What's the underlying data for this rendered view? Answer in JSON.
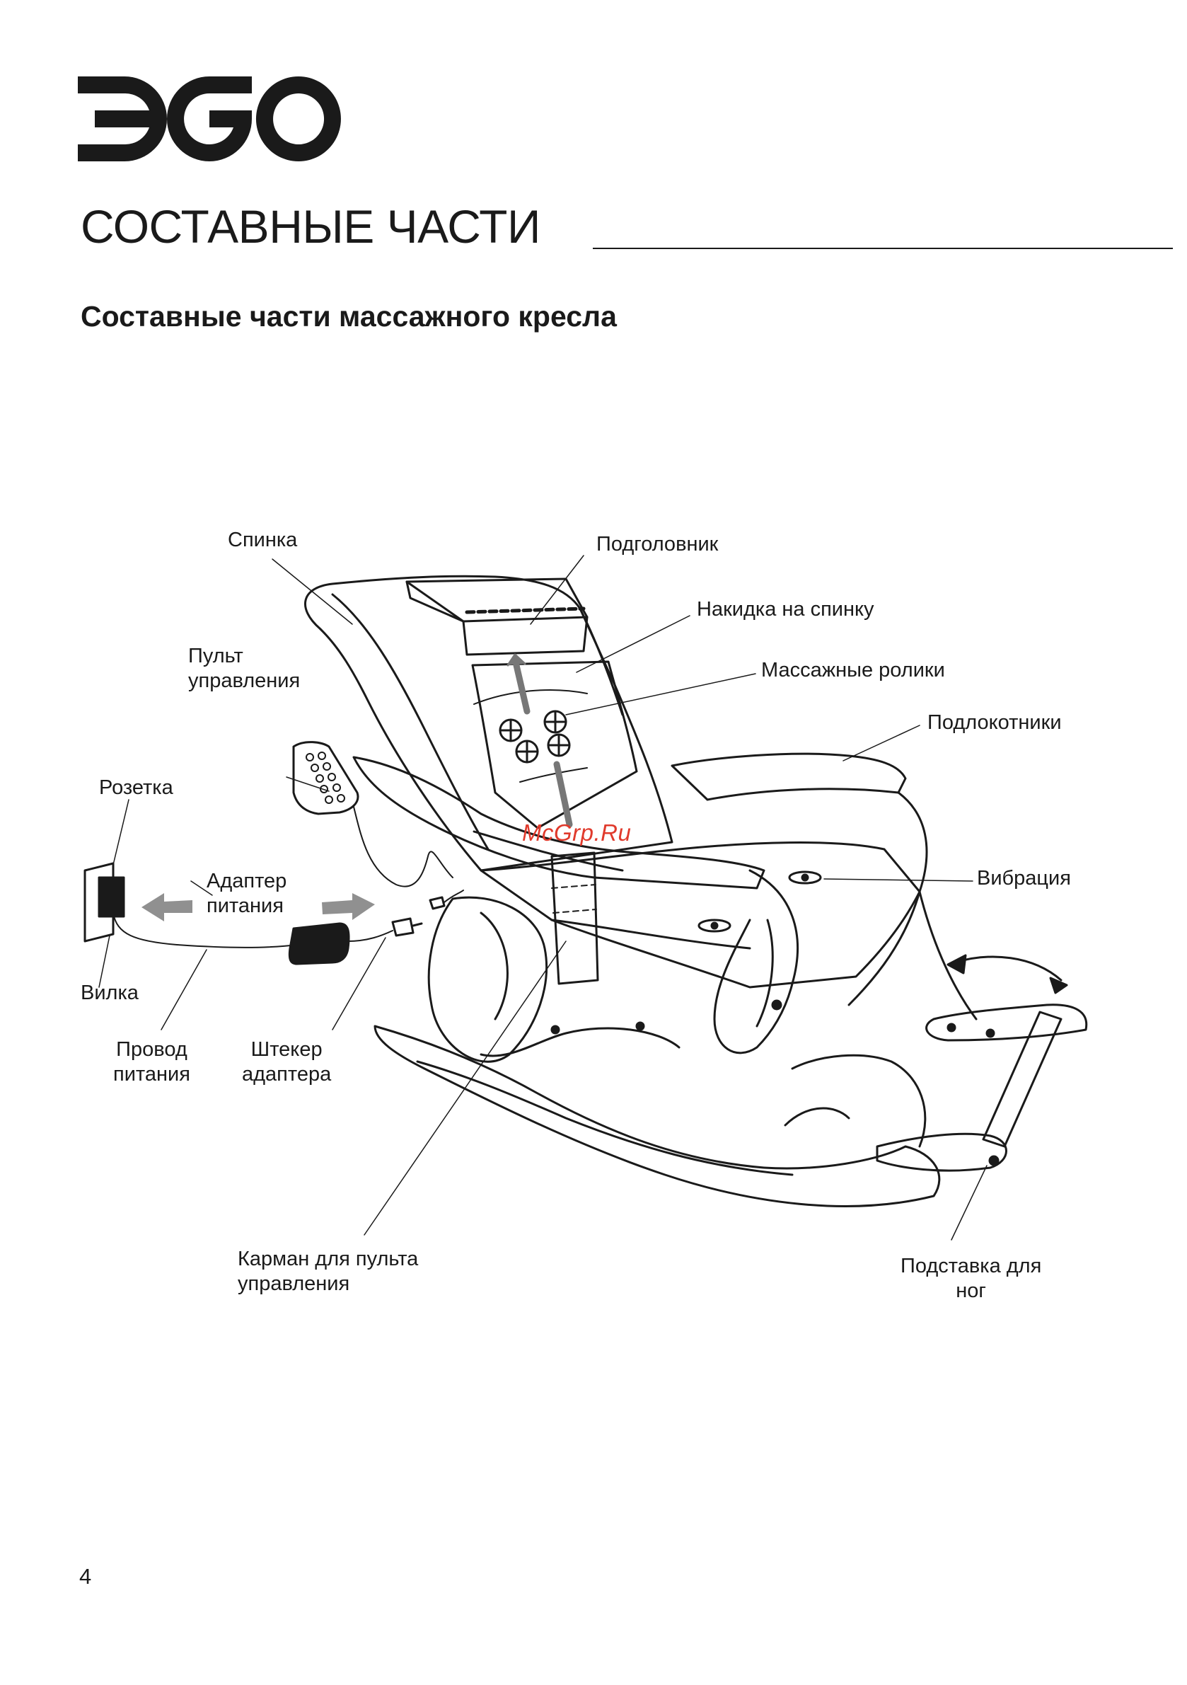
{
  "header": {
    "logo_text": "ЭGO",
    "section_title": "СОСТАВНЫЕ ЧАСТИ",
    "subtitle": "Составные части массажного кресла"
  },
  "diagram": {
    "labels": {
      "backrest": "Спинка",
      "headrest": "Подголовник",
      "back_cover": "Накидка на спинку",
      "massage_rollers": "Массажные ролики",
      "armrests": "Подлокотники",
      "remote_line1": "Пульт",
      "remote_line2": "управления",
      "socket": "Розетка",
      "adapter_line1": "Адаптер",
      "adapter_line2": "питания",
      "vibration": "Вибрация",
      "plug": "Вилка",
      "cord_line1": "Провод",
      "cord_line2": "питания",
      "connector_line1": "Штекер",
      "connector_line2": "адаптера",
      "pocket_line1": "Карман для пульта",
      "pocket_line2": "управления",
      "footrest_line1": "Подставка для",
      "footrest_line2": "ног"
    }
  },
  "watermark": "McGrp.Ru",
  "footer": {
    "page_number": "4"
  }
}
